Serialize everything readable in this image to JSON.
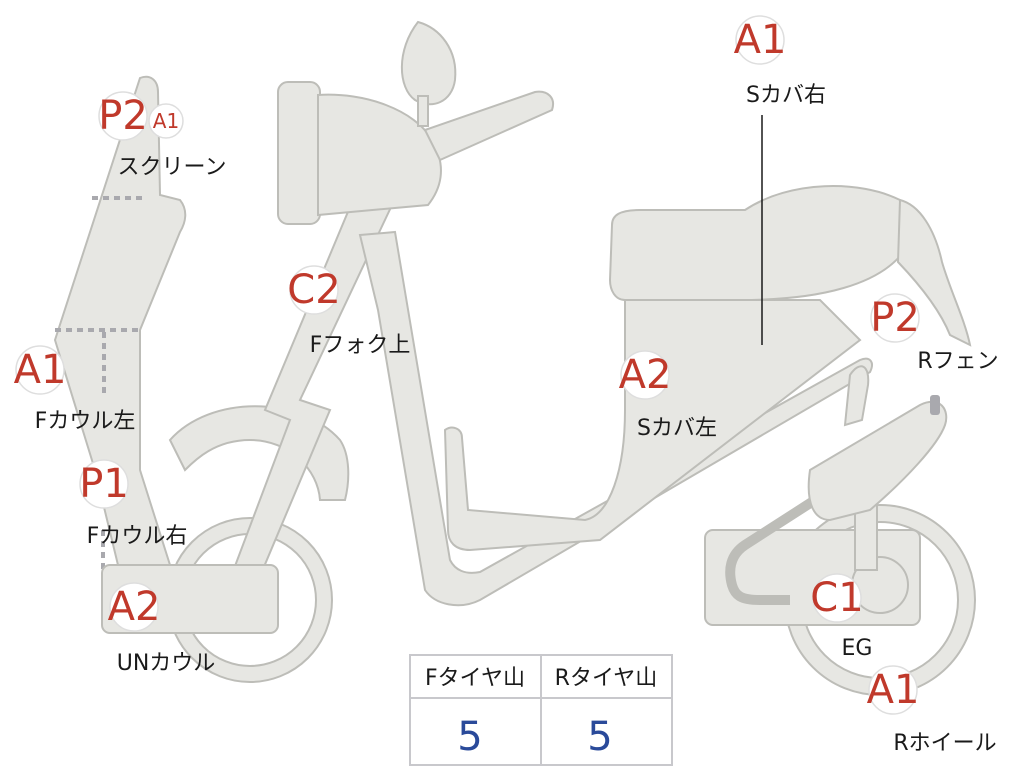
{
  "colors": {
    "part_fill": "#e7e7e3",
    "part_stroke": "#bdbdb8",
    "badge_text": "#c0392b",
    "table_value": "#2a4a9a"
  },
  "parts": {
    "screen": {
      "code": "P2",
      "sub_code": "A1",
      "label": "スクリーン"
    },
    "fcowl_left": {
      "code": "A1",
      "label": "Fカウル左"
    },
    "fcowl_right": {
      "code": "P1",
      "label": "Fカウル右"
    },
    "un_cowl": {
      "code": "A2",
      "label": "UNカウル"
    },
    "ffork_upper": {
      "code": "C2",
      "label": "Fフォク上"
    },
    "scover_left": {
      "code": "A2",
      "label": "Sカバ左"
    },
    "scover_right": {
      "code": "A1",
      "label": "Sカバ右"
    },
    "rfender": {
      "code": "P2",
      "label": "Rフェン"
    },
    "engine": {
      "code": "C1",
      "label": "EG"
    },
    "rwheel": {
      "code": "A1",
      "label": "Rホイール"
    }
  },
  "tire_table": {
    "headers": [
      "Fタイヤ山",
      "Rタイヤ山"
    ],
    "values": [
      "5",
      "5"
    ]
  }
}
